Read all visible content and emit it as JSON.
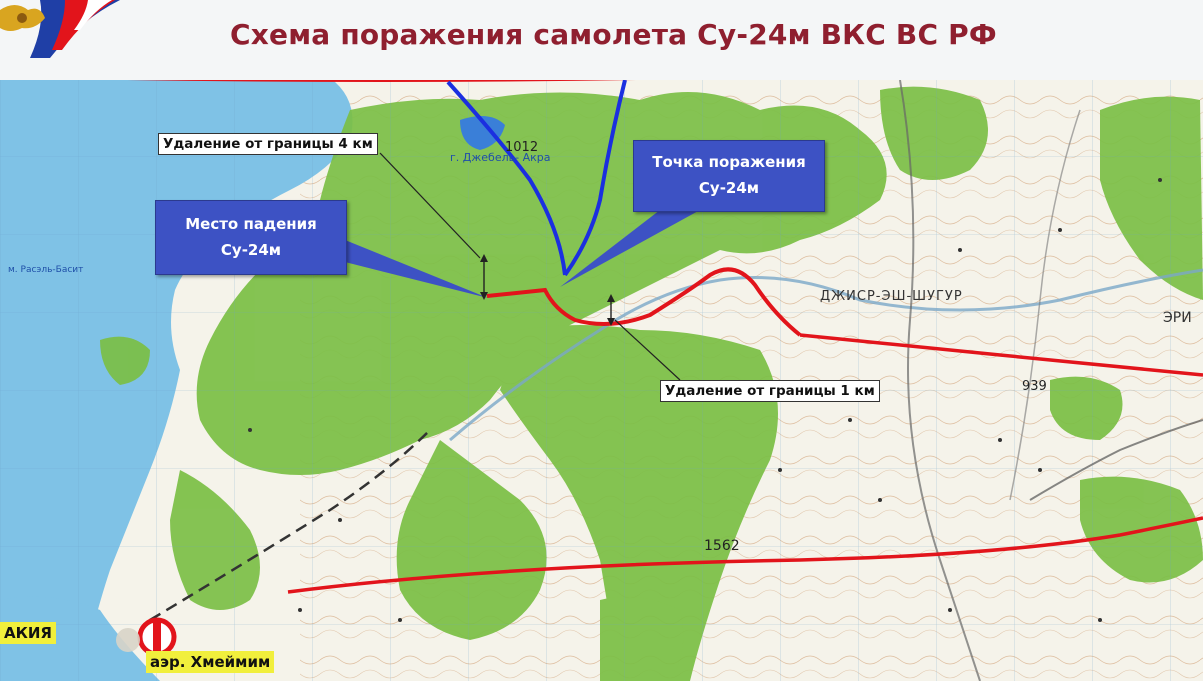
{
  "title": "Схема поражения самолета Су-24м ВКС ВС РФ",
  "callouts": {
    "crash_site_line1": "Место падения",
    "crash_site_line2": "Су-24м",
    "hit_point_line1": "Точка поражения",
    "hit_point_line2": "Су-24м"
  },
  "distance_labels": {
    "from_border_4km": "Удаление от границы 4 км",
    "from_border_1km": "Удаление от границы 1 км"
  },
  "place_labels": {
    "city_partial": "АКИЯ",
    "airfield": "аэр. Хмеймим",
    "jisr_ash_shugur": "ДЖИСР-ЭШ-ШУГУР",
    "eri_partial": "ЭРИ",
    "jebel_akra": "г. Джебель- Акра",
    "ras_al_basit": "м. Расэль-Басит"
  },
  "elevation_labels": {
    "peak_north": "1012",
    "peak_east": "939",
    "peak_south": "1562"
  },
  "colors": {
    "sea": "#7fc2e6",
    "land": "#f5f3ea",
    "forest": "#7bbf45",
    "border_line": "#e2141b",
    "flight_path": "#e2141b",
    "missile_track": "#1b2fe0",
    "callout": "#3d52c4",
    "title": "#8f1f2f",
    "label_highlight": "#f1ef3c"
  },
  "icons": {
    "emblem": "russian-aerospace-emblem-icon",
    "airfield": "airfield-marker-icon"
  }
}
